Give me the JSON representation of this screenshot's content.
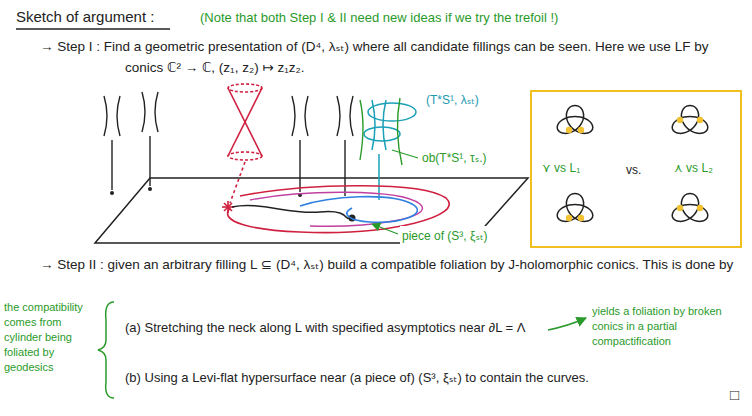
{
  "diagram": {
    "title": "Sketch of argument :",
    "nodes": [
      {
        "text": [
          "⋎ vs L₁",
          "vs.",
          "⋏ vs L₂"
        ]
      }
    ],
    "labels": [
      "(Note that both Step I & II need new ideas if we try the trefoil !)",
      "→ Step I : Find a geometric presentation of (D⁴, λₛₜ) where all candidate fillings can be seen. Here we use LF by conics ℂ² → ℂ, (z₁, z₂) ↦ z₁z₂.",
      "(T*S¹, λₛₜ)",
      "ob(T*S¹, τₛ.)",
      "piece of (S³, ξₛₜ)",
      "→ Step II : given an arbitrary filling L ⊆ (D⁴, λₛₜ) build a compatible foliation by J-holomorphic conics. This is done by",
      "the compatibility comes from cylinder being foliated by geodesics",
      "(a) Stretching the neck along L with specified asymptotics near ∂L = Λ",
      "(b) Using a Levi-flat hypersurface near (a piece of) (S³, ξₛₜ) to contain the curves.",
      "yields a foliation by broken conics in a partial compactification",
      "□"
    ]
  }
}
